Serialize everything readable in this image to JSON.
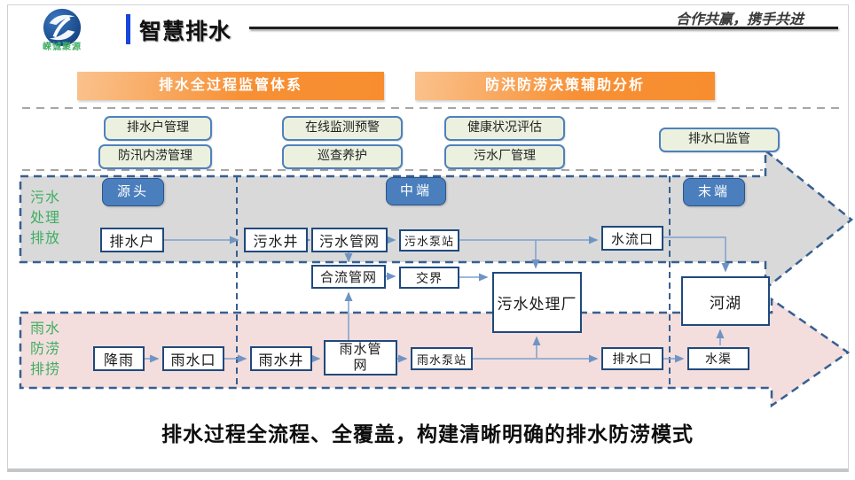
{
  "header": {
    "logo_text": "嵘诚聚源",
    "title": "智慧排水",
    "slogan": "合作共赢，携手共进"
  },
  "banners": {
    "left": "排水全过程监管体系",
    "right": "防洪防涝决策辅助分析"
  },
  "monitor_boxes": {
    "left_top": "排水户管理",
    "left_bottom": "防汛内涝管理",
    "mid_top": "在线监测预警",
    "mid_bottom": "巡查养护",
    "right_top": "健康状况评估",
    "right_bottom": "污水厂管理",
    "outlet": "排水口监管"
  },
  "stages": {
    "source": "源头",
    "middle": "中端",
    "end": "末端"
  },
  "lanes": {
    "sewage": [
      "污水",
      "处理",
      "排放"
    ],
    "rain": [
      "雨水",
      "防涝",
      "排捞"
    ]
  },
  "nodes": {
    "paishuihu": "排水户",
    "wushuijing": "污水井",
    "wushuiguanwang": "污水管网",
    "wushuibengzhan": "污水泵站",
    "shuiliukou": "水流口",
    "heliuguanwang": "合流管网",
    "jiaojie": "交界",
    "wushuichulichang": "污水处理厂",
    "hehu": "河湖",
    "jiangyu": "降雨",
    "yushuikou": "雨水口",
    "yushuijing": "雨水井",
    "yushuiguanwang": {
      "line1": "雨水管",
      "line2": "网"
    },
    "yushuibengzhan": "雨水泵站",
    "paishuikou": "排水口",
    "shuiqu": "水渠"
  },
  "caption": "排水过程全流程、全覆盖，构建清晰明确的排水防涝模式",
  "colors": {
    "banner_orange": "#f78f2e",
    "badge_blue": "#4a7ebc",
    "arrow_border_blue": "#365f91",
    "gray_arrow_fill": "#d9d9d9",
    "pink_arrow_fill": "#f3dedd",
    "green_box_fill": "#ebf1de",
    "green_box_border": "#4f81bd",
    "node_border": "#1f497d",
    "connector_blue": "#7da0cd",
    "lane_text_green": "#3fae62",
    "title_bar_blue": "#1747d8"
  }
}
